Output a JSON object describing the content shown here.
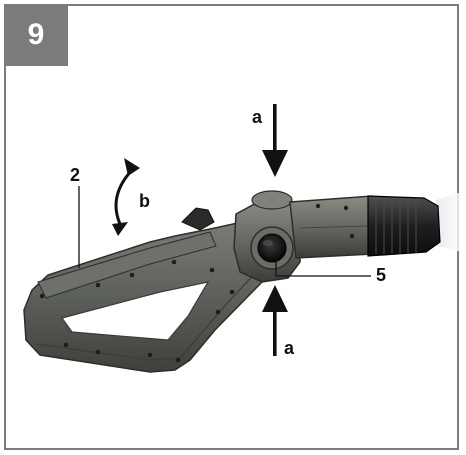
{
  "figure": {
    "number": "9"
  },
  "callouts": {
    "a_top": "a",
    "a_bottom": "a",
    "b": "b",
    "part_2": "2",
    "part_5": "5"
  },
  "colors": {
    "frame": "#7d7d7d",
    "badge": "#7b7b7b",
    "tool_body": "#5a5d57",
    "tool_dark": "#2b2d2a"
  }
}
